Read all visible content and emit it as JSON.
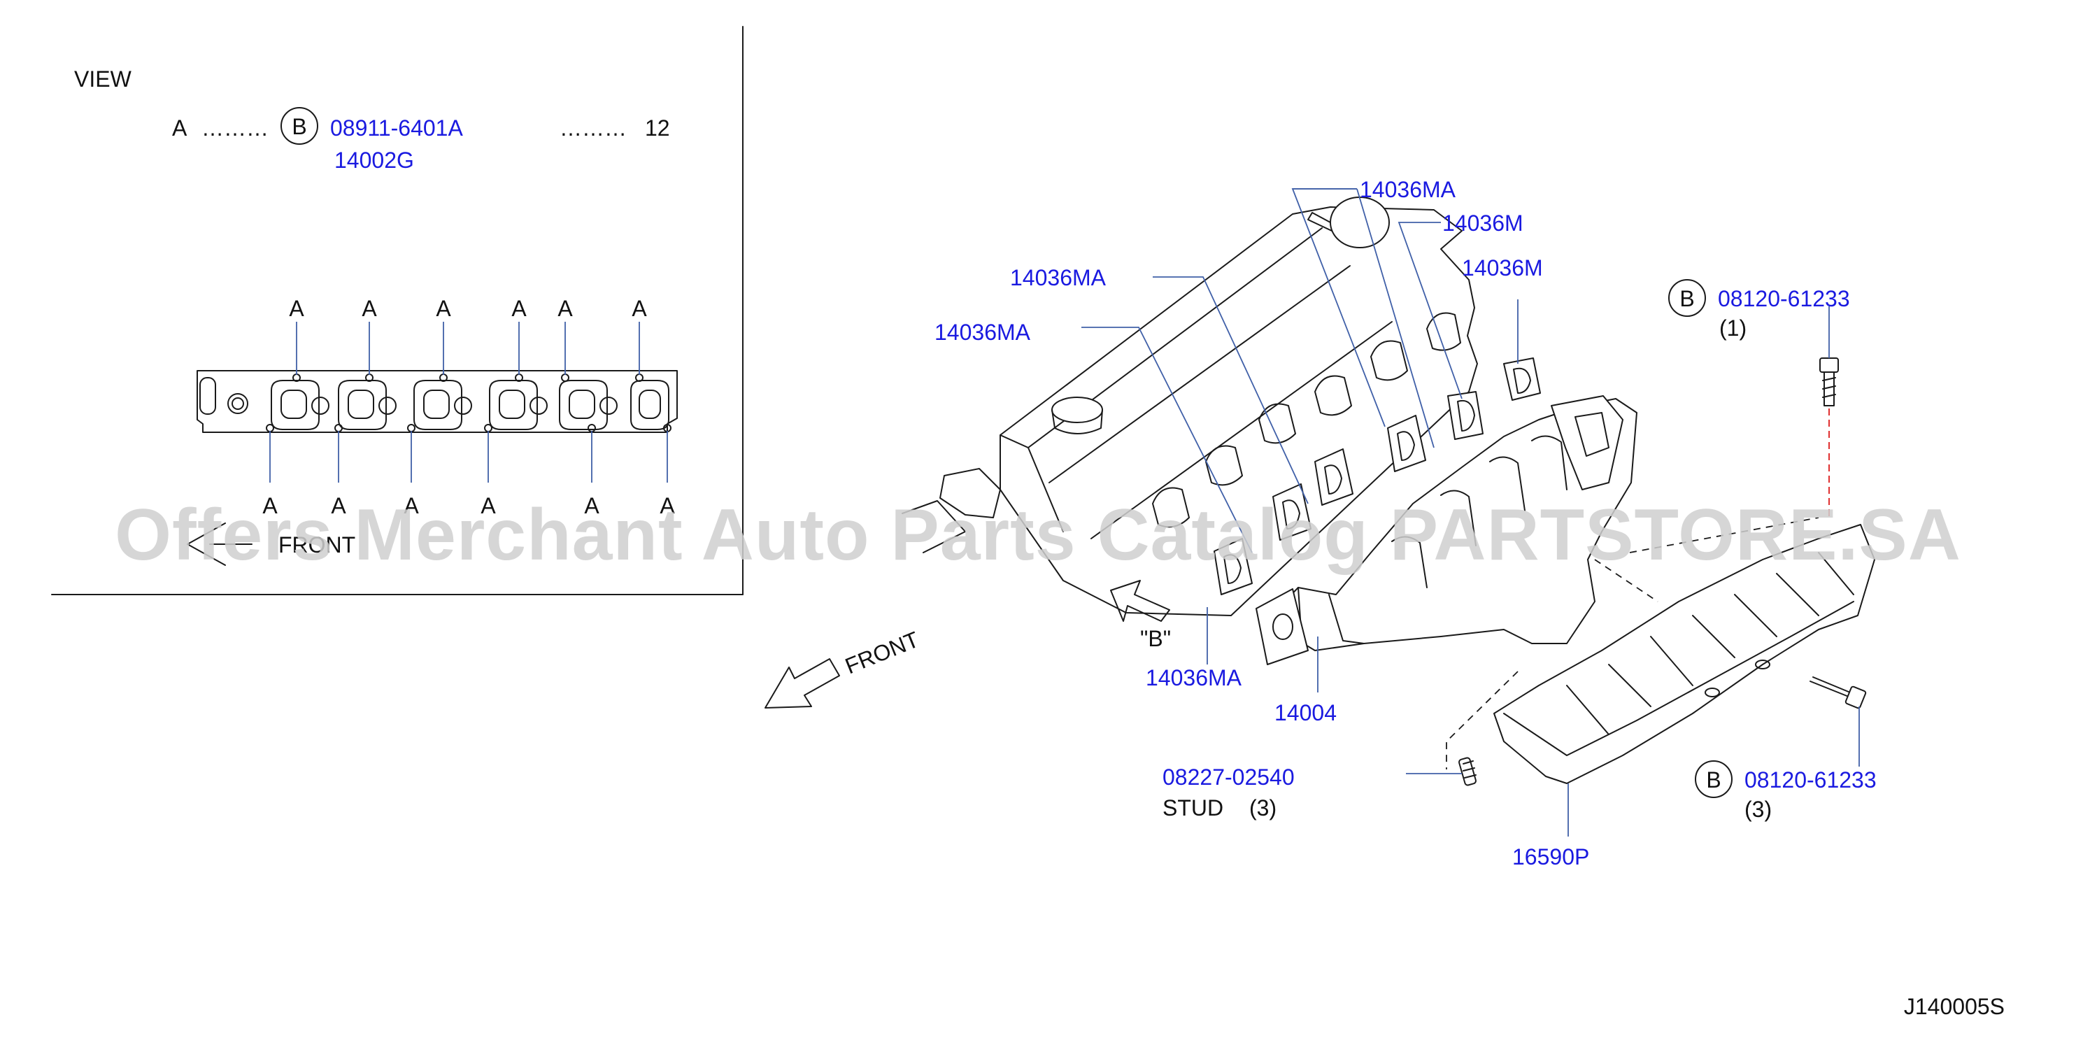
{
  "view_panel": {
    "title": "VIEW",
    "legend_letter": "A",
    "legend_dots_left": "………",
    "legend_circle": "B",
    "legend_part_no": "08911-6401A",
    "legend_dots_right": "………",
    "legend_qty": "12",
    "legend_part_no_2": "14002G",
    "top_labels": [
      "A",
      "A",
      "A",
      "A",
      "A",
      "A"
    ],
    "bottom_labels": [
      "A",
      "A",
      "A",
      "A",
      "A",
      "A"
    ],
    "front_label": "FRONT"
  },
  "main": {
    "front_label": "FRONT",
    "view_marker": "\"B\"",
    "callouts": {
      "c1": "14036MA",
      "c2": "14036M",
      "c3": "14036M",
      "c4": "14036MA",
      "c5": "14036MA",
      "c6": "14036MA",
      "c7": "14004",
      "bolt_top_circle": "B",
      "bolt_top_part": "08120-61233",
      "bolt_top_qty": "(1)",
      "bolt_bottom_circle": "B",
      "bolt_bottom_part": "08120-61233",
      "bolt_bottom_qty": "(3)",
      "stud_part": "08227-02540",
      "stud_label": "STUD",
      "stud_qty": "(3)",
      "heat_shield": "16590P"
    }
  },
  "watermark": "Offers Merchant Auto Parts Catalog PARTSTORE.SA",
  "diagram_code": "J140005S"
}
